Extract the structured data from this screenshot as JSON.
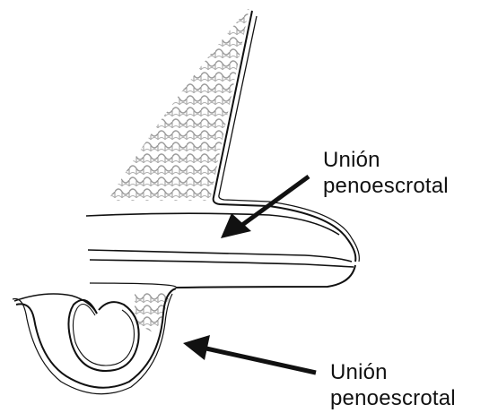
{
  "labels": [
    {
      "line1": "Unión",
      "line2": "penoescrotal"
    },
    {
      "line1": "Unión",
      "line2": "penoescrotal"
    }
  ],
  "colors": {
    "ink": "#111111",
    "hatching": "#9a9a9a",
    "background": "#ffffff"
  }
}
